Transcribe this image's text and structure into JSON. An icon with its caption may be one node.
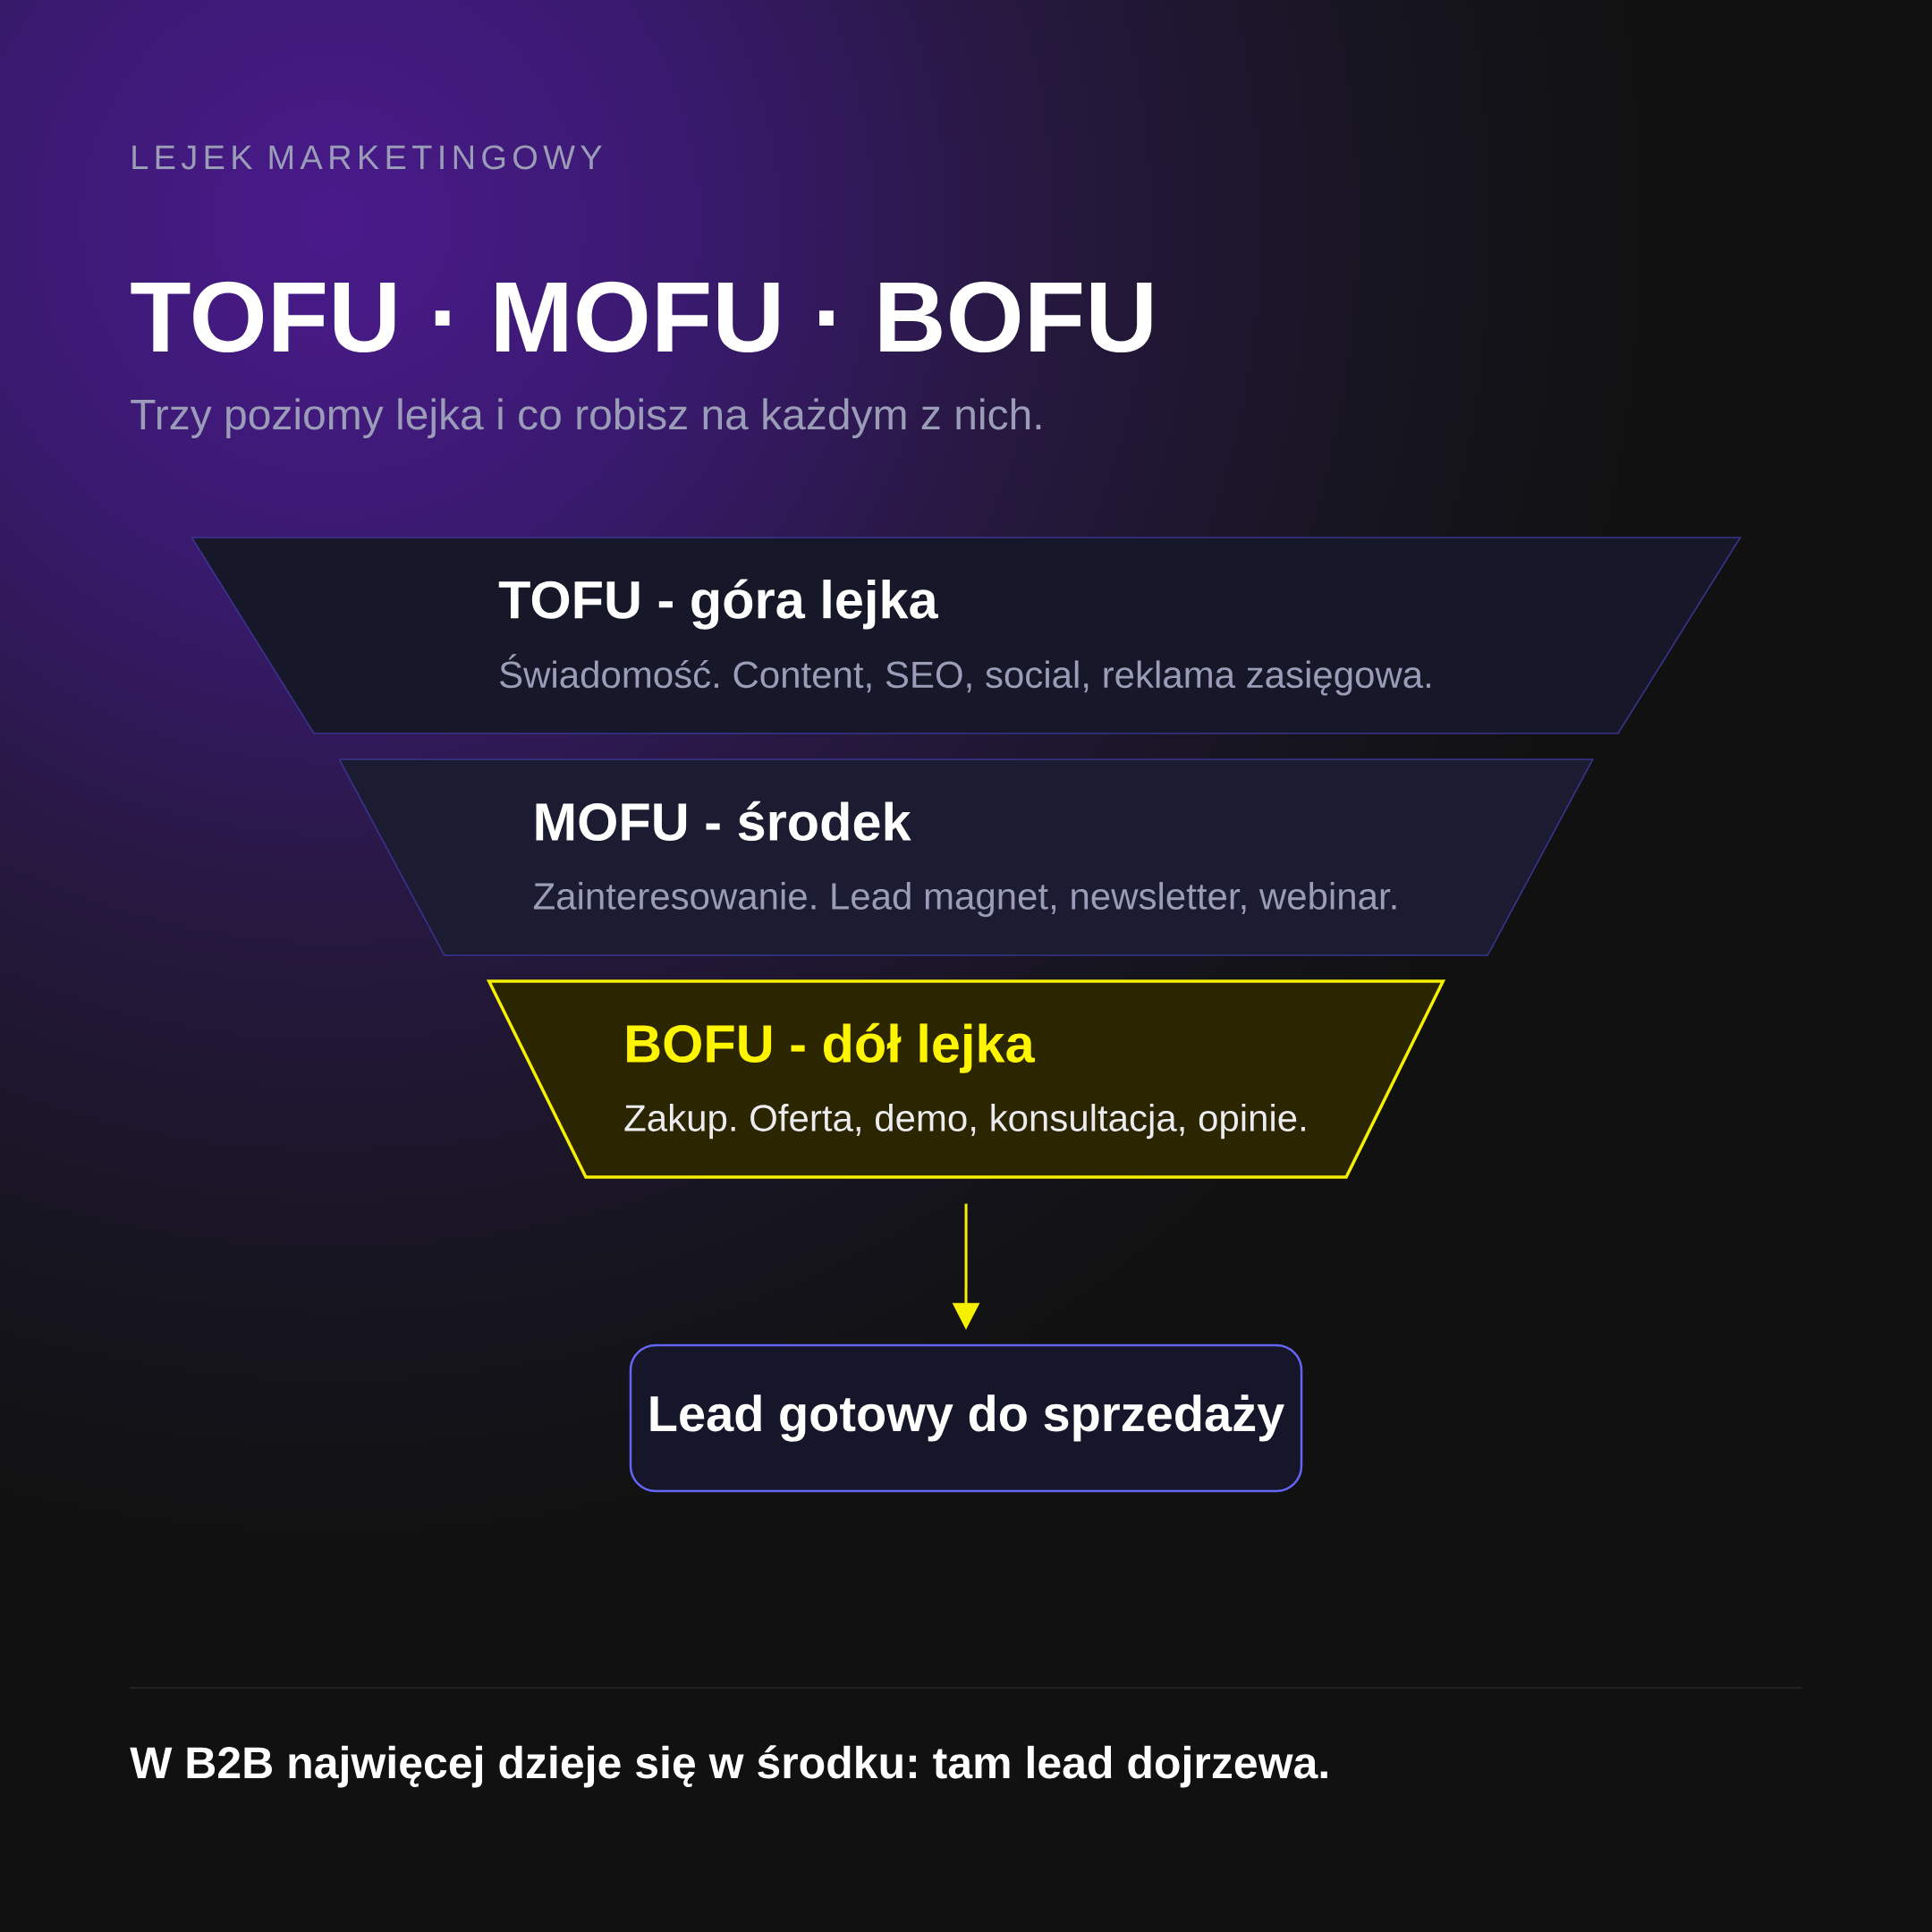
{
  "diagram": {
    "title": "TOFU · MOFU · BOFU",
    "caption": "W B2B najwięcej dzieje się w środku: tam lead dojrzewa.",
    "nodes": [
      {
        "text": [
          "TOFU - góra lejka",
          "Świadomość. Content, SEO, social, reklama zasięgowa."
        ]
      },
      {
        "text": [
          "MOFU - środek",
          "Zainteresowanie. Lead magnet, newsletter, webinar."
        ]
      },
      {
        "text": [
          "BOFU - dół lejka",
          "Zakup. Oferta, demo, konsultacja, opinie."
        ]
      },
      {
        "text": [
          "Lead gotowy do sprzedaży"
        ]
      }
    ],
    "edges": [
      {
        "from": 2,
        "to": 3,
        "arrow": "to",
        "color": "#f5ef00"
      }
    ],
    "labels": [
      "LEJEK MARKETINGOWY",
      "Trzy poziomy lejka i co robisz na każdym z nich."
    ]
  }
}
